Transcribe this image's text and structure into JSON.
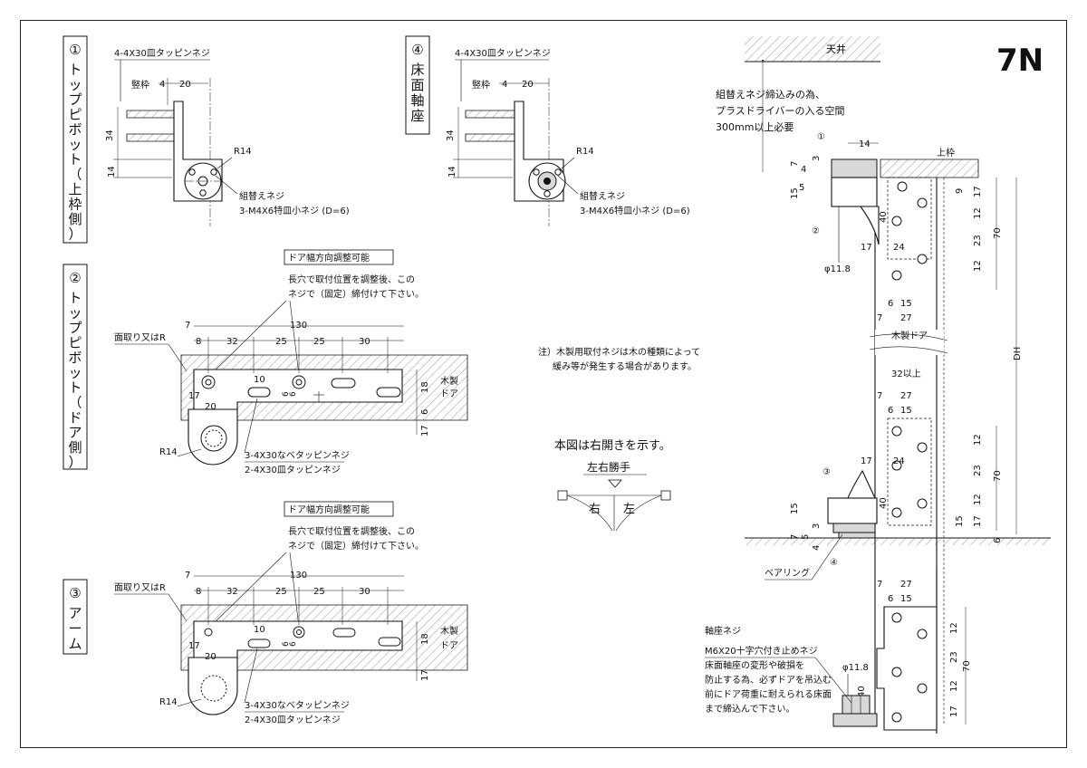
{
  "model_badge": "7N",
  "section1": {
    "num": "①",
    "title": [
      "ト",
      "ッ",
      "プ",
      "ピ",
      "ボ",
      "ッ",
      "ト",
      "（",
      "上",
      "枠",
      "側",
      "）"
    ],
    "screw_label": "4-4X30皿タッピンネジ",
    "frame_label": "竪枠",
    "dim_4": "4",
    "dim_20": "20",
    "dim_34": "34",
    "dim_14": "14",
    "radius": "R14",
    "adjust_screw": "組替えネジ",
    "adjust_spec": "3-M4X6特皿小ネジ (D=6)"
  },
  "section4": {
    "num": "④",
    "title": [
      "床",
      "面",
      "軸",
      "座"
    ],
    "screw_label": "4-4X30皿タッピンネジ",
    "frame_label": "竪枠",
    "dim_4": "4",
    "dim_20": "20",
    "dim_34": "34",
    "dim_14": "14",
    "radius": "R14",
    "adjust_screw": "組替えネジ",
    "adjust_spec": "3-M4X6特皿小ネジ (D=6)"
  },
  "section2": {
    "num": "②",
    "title": [
      "ト",
      "ッ",
      "プ",
      "ピ",
      "ボ",
      "ッ",
      "ト",
      "（",
      "ド",
      "ア",
      "側",
      "）"
    ],
    "adjust_box": "ドア幅方向調整可能",
    "note1": "長穴で取付位置を調整後、この",
    "note2": "ネジで（固定）締付けて下さい。",
    "chamfer": "面取り又はR",
    "d7": "7",
    "d130": "130",
    "d8": "8",
    "d32": "32",
    "d25a": "25",
    "d25b": "25",
    "d30": "30",
    "d10": "10",
    "d6a": "6",
    "d6b": "6",
    "d17": "17",
    "d20": "20",
    "d18": "18",
    "d6c": "6",
    "d17b": "17",
    "door": [
      "木製",
      "ドア"
    ],
    "radius": "R14",
    "screw1": "3-4X30なベタッピンネジ",
    "screw2": "2-4X30皿タッピンネジ"
  },
  "section3": {
    "num": "③",
    "title": [
      "ア",
      "ー",
      "ム"
    ],
    "adjust_box": "ドア幅方向調整可能",
    "note1": "長穴で取付位置を調整後、この",
    "note2": "ネジで（固定）締付けて下さい。",
    "chamfer": "面取り又はR",
    "d7": "7",
    "d130": "130",
    "d8": "8",
    "d32": "32",
    "d25a": "25",
    "d25b": "25",
    "d30": "30",
    "d10": "10",
    "d6a": "6",
    "d6b": "6",
    "d17": "17",
    "d20": "20",
    "d18": "18",
    "d17b": "17",
    "door": [
      "木製",
      "ドア"
    ],
    "radius": "R14",
    "screw1": "3-4X30なベタッピンネジ",
    "screw2": "2-4X30皿タッピンネジ"
  },
  "center": {
    "note1": "注）木製用取付ネジは木の種類によって",
    "note2": "緩み等が発生する場合があります。",
    "hand_title": "本図は右開きを示す。",
    "hand_sub": "左右勝手",
    "right": "右",
    "left": "左"
  },
  "right_view": {
    "ceiling": "天井",
    "note1": "組替えネジ締込みの為、",
    "note2": "プラスドライバーの入る空間",
    "note3": "300mm以上必要",
    "upper_frame": "上枠",
    "wood_door": "木製ドア",
    "bearing": "ベアリング",
    "dh": "DH",
    "phi": "φ11.8",
    "d14": "14",
    "d7": "7",
    "d3": "3",
    "d4": "4",
    "d15": "15",
    "d5": "5",
    "d9": "9",
    "d17": "17",
    "d40": "40",
    "d12": "12",
    "d23": "23",
    "d70": "70",
    "d24": "24",
    "d6": "6",
    "d27": "27",
    "d32plus": "32以上"
  },
  "floor_note": {
    "title": "軸座ネジ",
    "l1": "M6X20十字穴付き止めネジ",
    "l2": "床面軸座の変形や破損を",
    "l3": "防止する為、必ずドアを吊込む",
    "l4": "前にドア荷重に耐えられる床面",
    "l5": "まで締込んで下さい。",
    "phi": "φ11.8"
  }
}
